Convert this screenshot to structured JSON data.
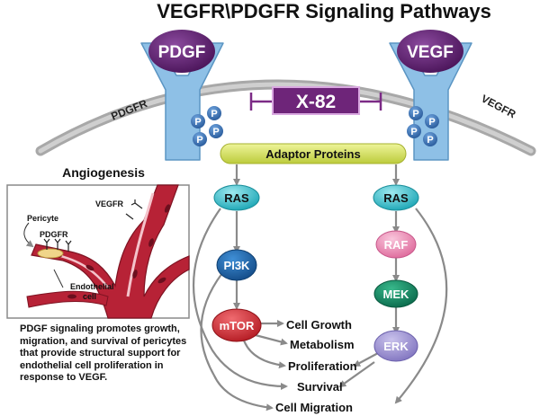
{
  "title": "VEGFR\\PDGFR Signaling Pathways",
  "ligands": {
    "pdgf": "PDGF",
    "vegf": "VEGF"
  },
  "receptors": {
    "pdgfr": "PDGFR",
    "vegfr": "VEGFR"
  },
  "phospho": "P",
  "inhibitor": "X-82",
  "adaptor": "Adaptor Proteins",
  "nodes": {
    "ras_left": "RAS",
    "ras_right": "RAS",
    "pi3k": "PI3K",
    "mtor": "mTOR",
    "raf": "RAF",
    "mek": "MEK",
    "erk": "ERK"
  },
  "outcomes": {
    "cell_growth": "Cell Growth",
    "metabolism": "Metabolism",
    "proliferation": "Proliferation",
    "survival": "Survival",
    "cell_migration": "Cell Migration"
  },
  "inset": {
    "title": "Angiogenesis",
    "vegfr": "VEGFR",
    "pericyte": "Pericyte",
    "pdgfr": "PDGFR",
    "endothelial_1": "Endothelial",
    "endothelial_2": "cell"
  },
  "caption": "PDGF signaling promotes growth, migration, and survival of pericytes that provide structural support for endothelial cell proliferation in response to VEGF.",
  "colors": {
    "ligand": "#5b1f6e",
    "receptor": "#8ec0e6",
    "phospho": "#3c74b8",
    "inhibitor": "#7c2b86",
    "adaptor": "#d6e56a",
    "ras": "#3fc3cf",
    "pi3k": "#1c63a8",
    "mtor": "#d8333a",
    "raf": "#ee8fb8",
    "mek": "#128a64",
    "erk": "#9d93cf",
    "arrow": "#8a8a8a",
    "vessel": "#b72236"
  }
}
